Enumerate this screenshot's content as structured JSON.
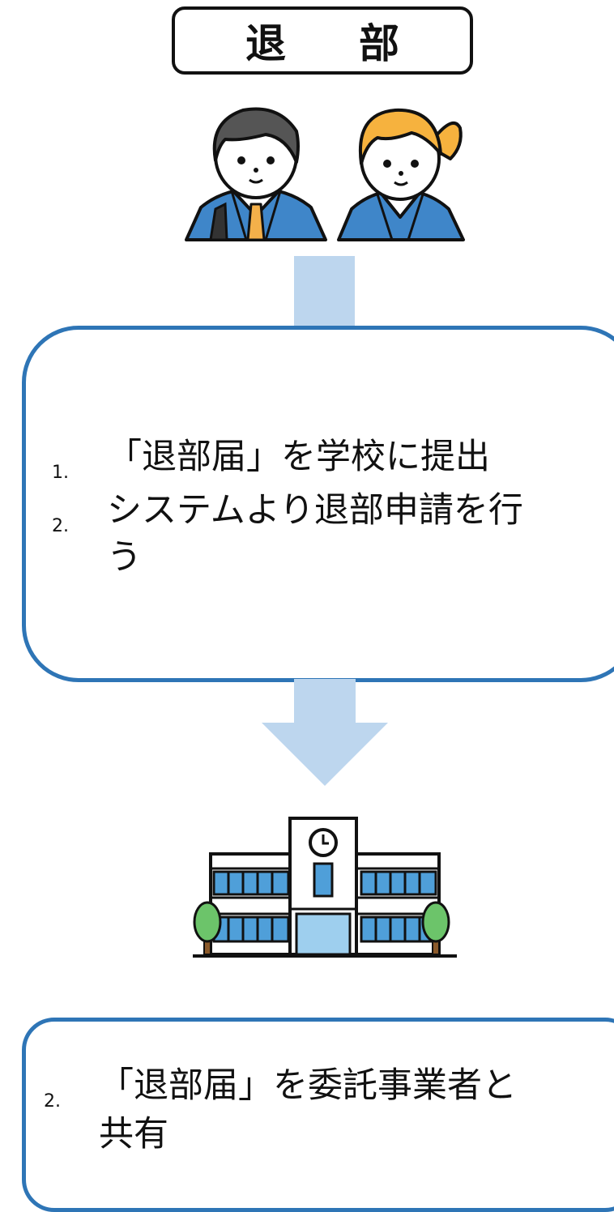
{
  "title": {
    "left": "退",
    "right": "部"
  },
  "step1": {
    "items": [
      {
        "number": "1.",
        "text": "「退部届」を学校に提出"
      },
      {
        "number": "2.",
        "text_line1": "システムより退部申請を行",
        "text_line2": "う"
      }
    ]
  },
  "step2": {
    "items": [
      {
        "number": "2.",
        "text_line1": "「退部届」を委託事業者と",
        "text_line2": "共有"
      }
    ]
  },
  "colors": {
    "box_border": "#2e75b6",
    "arrow": "#bdd6ee",
    "uniform": "#3f86c9",
    "window": "#4f9fd9",
    "tree": "#6cc46a"
  },
  "icons": [
    "students-icon",
    "school-building-icon",
    "clock-icon",
    "tree-icon"
  ]
}
